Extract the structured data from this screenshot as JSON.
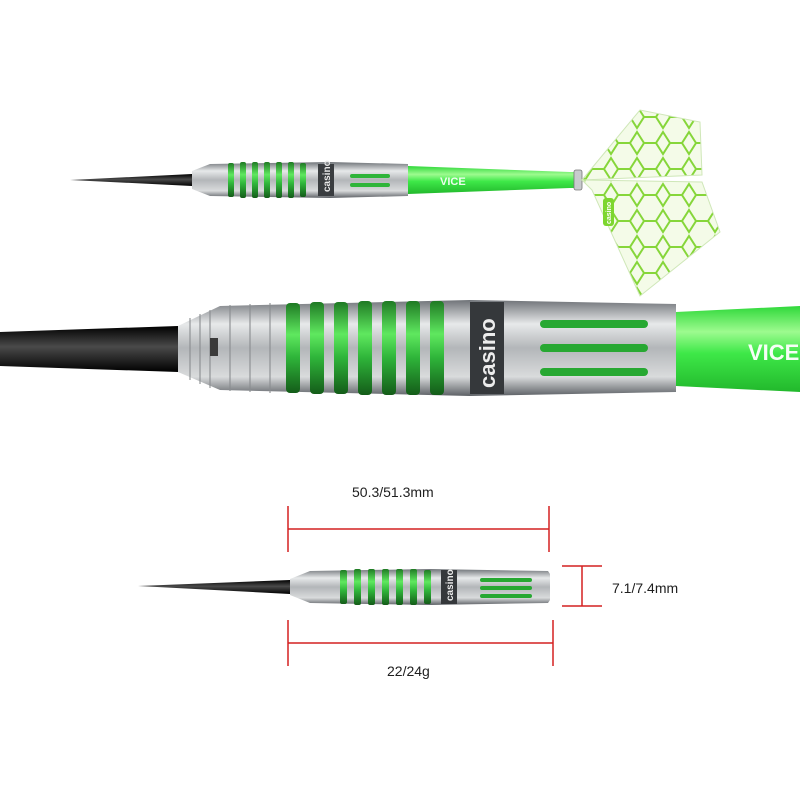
{
  "branding": {
    "shaft_text": "VICE",
    "barrel_text": "casino",
    "flight_badge_text": "casino"
  },
  "dimensions": {
    "length_label": "50.3/51.3mm",
    "diameter_label": "7.1/7.4mm",
    "weight_label": "22/24g"
  },
  "colors": {
    "accent_green": "#39e639",
    "dimension_red": "#d42020",
    "steel": "#b5b8bb",
    "point": "#111111"
  }
}
